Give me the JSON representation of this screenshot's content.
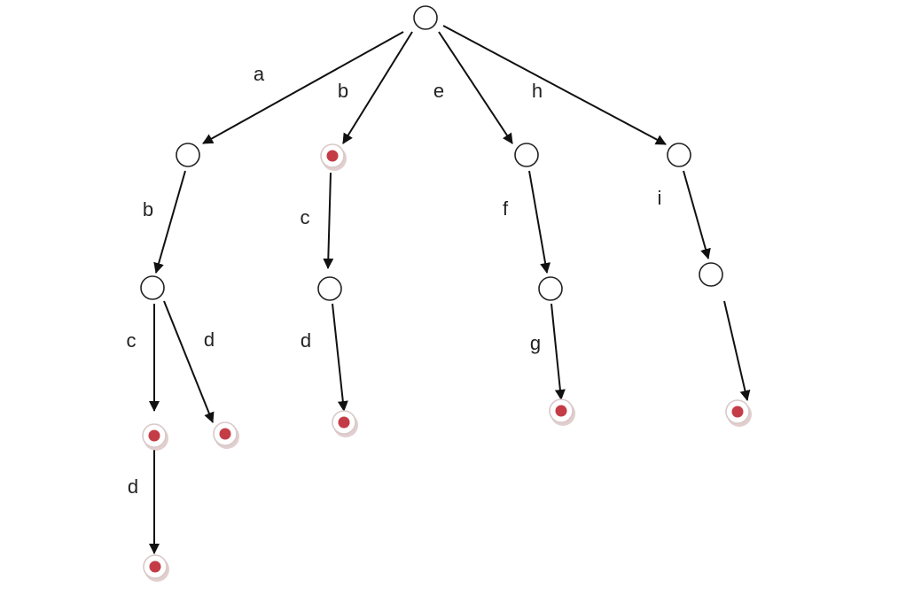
{
  "diagram": {
    "type": "trie",
    "node_styles": {
      "internal": {
        "fill": "#ffffff",
        "stroke": "#222222"
      },
      "terminal": {
        "ring": "#ffffff",
        "dot": "#c43c45"
      }
    },
    "nodes": [
      {
        "id": "root",
        "terminal": false
      },
      {
        "id": "a",
        "terminal": false
      },
      {
        "id": "b",
        "terminal": true
      },
      {
        "id": "e",
        "terminal": false
      },
      {
        "id": "h",
        "terminal": false
      },
      {
        "id": "ab",
        "terminal": false
      },
      {
        "id": "bc",
        "terminal": false
      },
      {
        "id": "ef",
        "terminal": false
      },
      {
        "id": "hi",
        "terminal": false
      },
      {
        "id": "abc",
        "terminal": true
      },
      {
        "id": "abd",
        "terminal": true
      },
      {
        "id": "bcd",
        "terminal": true
      },
      {
        "id": "efg",
        "terminal": true
      },
      {
        "id": "hi_end",
        "terminal": true
      },
      {
        "id": "abcd",
        "terminal": true
      }
    ],
    "edges": [
      {
        "from": "root",
        "to": "a",
        "label": "a"
      },
      {
        "from": "root",
        "to": "b",
        "label": "b"
      },
      {
        "from": "root",
        "to": "e",
        "label": "e"
      },
      {
        "from": "root",
        "to": "h",
        "label": "h"
      },
      {
        "from": "a",
        "to": "ab",
        "label": "b"
      },
      {
        "from": "b",
        "to": "bc",
        "label": "c"
      },
      {
        "from": "e",
        "to": "ef",
        "label": "f"
      },
      {
        "from": "h",
        "to": "hi",
        "label": "i"
      },
      {
        "from": "ab",
        "to": "abc",
        "label": "c"
      },
      {
        "from": "ab",
        "to": "abd",
        "label": "d"
      },
      {
        "from": "bc",
        "to": "bcd",
        "label": "d"
      },
      {
        "from": "ef",
        "to": "efg",
        "label": "g"
      },
      {
        "from": "hi",
        "to": "hi_end",
        "label": ""
      },
      {
        "from": "abc",
        "to": "abcd",
        "label": "d"
      }
    ]
  }
}
